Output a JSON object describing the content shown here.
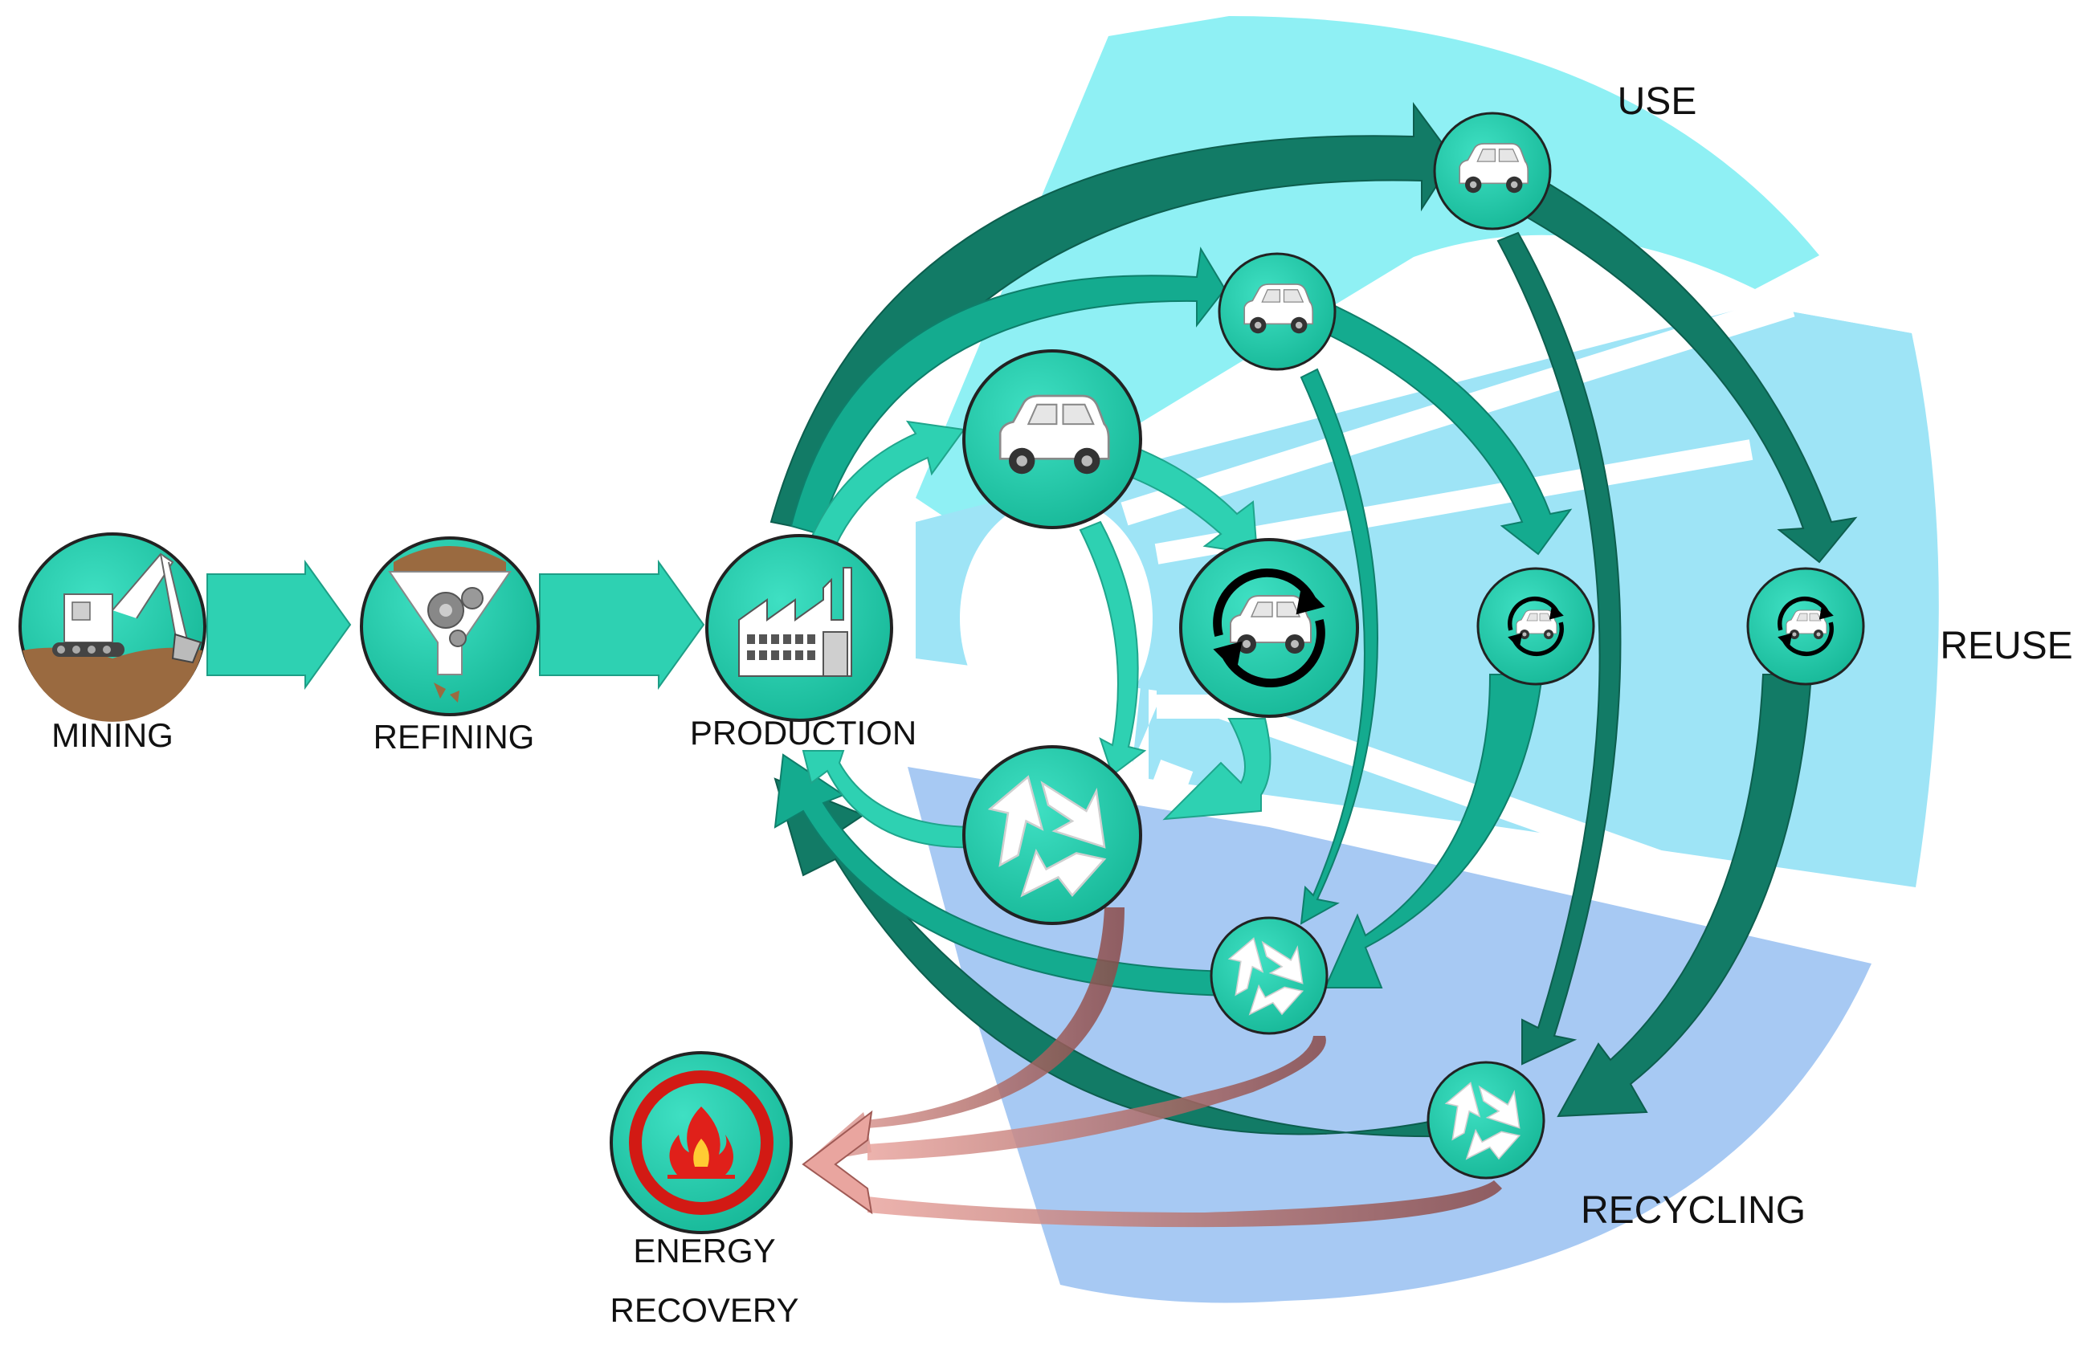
{
  "labels": {
    "mining": "MINING",
    "refining": "REFINING",
    "production": "PRODUCTION",
    "energy_line1": "ENERGY",
    "energy_line2": "RECOVERY",
    "use": "USE",
    "reuse": "REUSE",
    "recycling": "RECYCLING"
  },
  "colors": {
    "node_fill": "#22cdb0",
    "arrow_light": "#2ed1b2",
    "arrow_mid": "#14ab8f",
    "arrow_dark": "#127b66",
    "zone_use": "#8ff0f4",
    "zone_reuse": "#9ee4f6",
    "zone_recycling": "#a7c9f3",
    "energy_arrow": "#b86a66",
    "flame": "#e0201a"
  },
  "icons": {
    "mining": "excavator-icon",
    "refining": "funnel-gears-icon",
    "production": "factory-icon",
    "use": "car-icon",
    "reuse": "car-reuse-cycle-icon",
    "recycling": "recycle-arrows-icon",
    "energy": "flame-icon"
  }
}
